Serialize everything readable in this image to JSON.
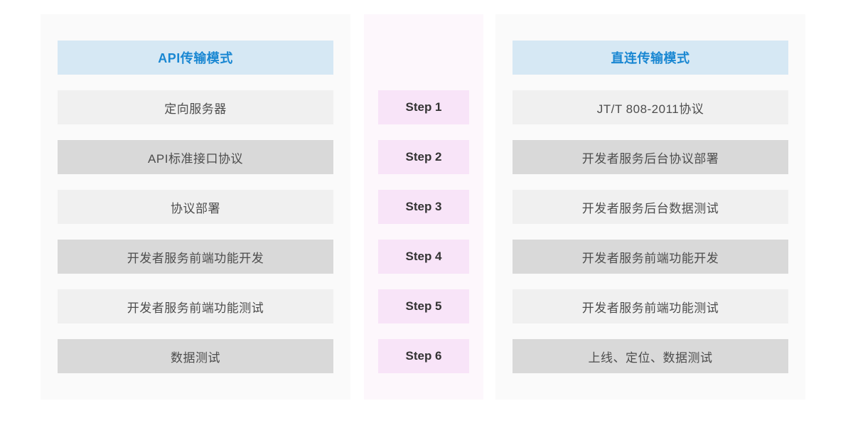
{
  "colors": {
    "page_background": "#ffffff",
    "side_panel_background": "#fafafa",
    "middle_panel_background": "#fdf7fc",
    "header_background": "#d6e8f4",
    "header_text": "#1987d2",
    "row_dark_background": "#d9d9d9",
    "row_light_background": "#f0f0f0",
    "step_background": "#f8e4f8",
    "row_text": "#4d4d4d",
    "step_text": "#333333"
  },
  "api_mode": {
    "header": "API传输模式",
    "rows": [
      "定向服务器",
      "API标准接口协议",
      "协议部署",
      "开发者服务前端功能开发",
      "开发者服务前端功能测试",
      "数据测试"
    ]
  },
  "steps": {
    "labels": [
      "Step 1",
      "Step 2",
      "Step 3",
      "Step 4",
      "Step 5",
      "Step 6"
    ]
  },
  "direct_mode": {
    "header": "直连传输模式",
    "rows": [
      "JT/T 808-2011协议",
      "开发者服务后台协议部署",
      "开发者服务后台数据测试",
      "开发者服务前端功能开发",
      "开发者服务前端功能测试",
      "上线、定位、数据测试"
    ]
  }
}
